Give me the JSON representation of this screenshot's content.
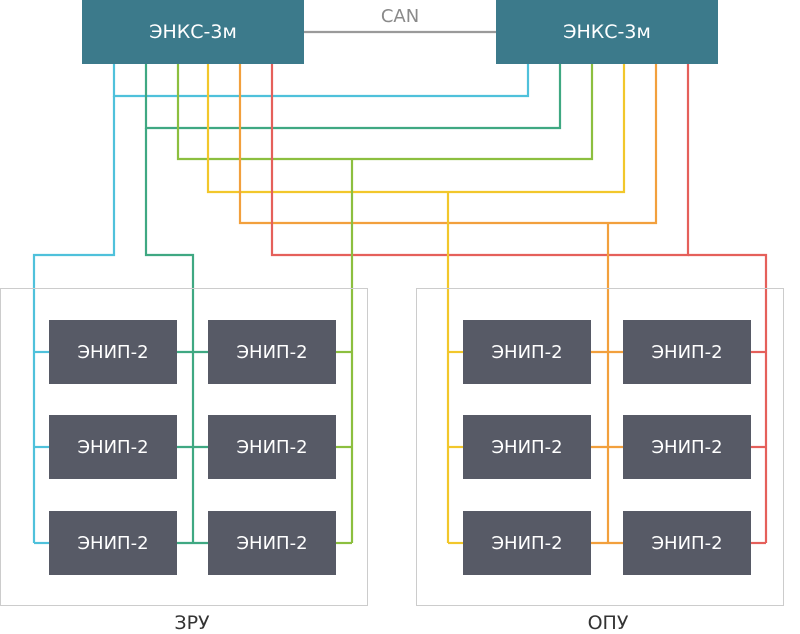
{
  "controllers": [
    {
      "label": "ЭНКС-3м"
    },
    {
      "label": "ЭНКС-3м"
    }
  ],
  "link_label": "CAN",
  "zones": [
    {
      "label": "ЗРУ"
    },
    {
      "label": "ОПУ"
    }
  ],
  "module_label": "ЭНИП-2",
  "line_colors": {
    "cyan": "#4fc1db",
    "green": "#3fa882",
    "lime": "#8cbf3f",
    "yellow": "#f2c72b",
    "orange": "#f2a03d",
    "red": "#e5605b",
    "can": "#9a9a9a"
  }
}
